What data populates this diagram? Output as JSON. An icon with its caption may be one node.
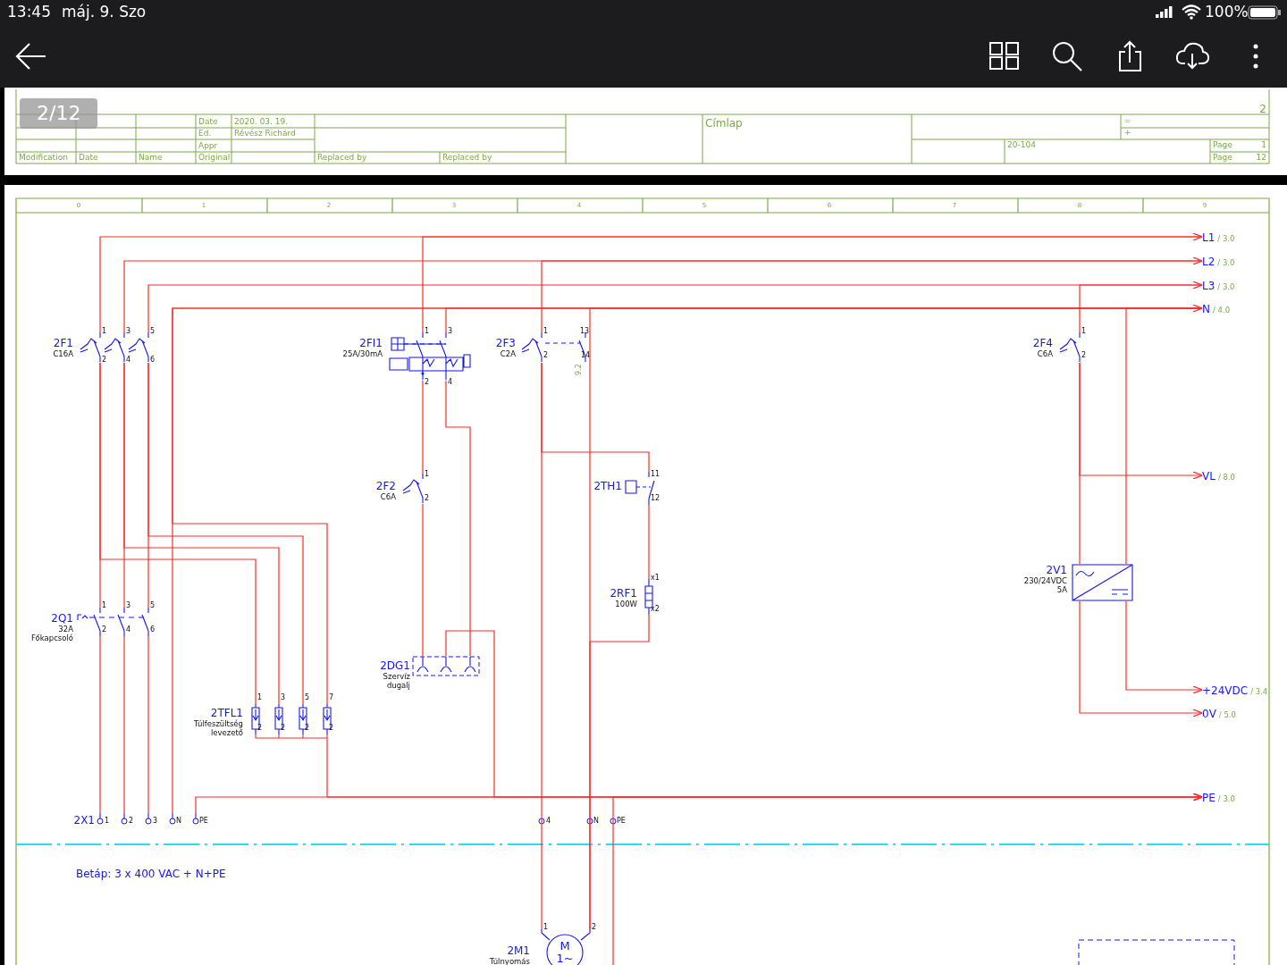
{
  "diagram": {
    "nodes": [
      {
        "text": [
          "2F1",
          "C16A"
        ]
      },
      {
        "text": [
          "2FI1",
          "25A/30mA"
        ]
      },
      {
        "text": [
          "2F3",
          "C2A"
        ]
      },
      {
        "text": [
          "2F4",
          "C6A"
        ]
      },
      {
        "text": [
          "2F2",
          "C6A"
        ]
      },
      {
        "text": [
          "2TH1"
        ]
      },
      {
        "text": [
          "2RF1",
          "100W"
        ]
      },
      {
        "text": [
          "2V1",
          "230/24VDC 5A"
        ]
      },
      {
        "text": [
          "2Q1",
          "32A Főkapcsoló"
        ]
      },
      {
        "text": [
          "2DG1",
          "Szervíz dugalj"
        ]
      },
      {
        "text": [
          "2TFL1",
          "Túlfeszültség levezető"
        ]
      },
      {
        "text": [
          "2X1"
        ]
      },
      {
        "text": [
          "2M1",
          "Túlnyomás"
        ]
      },
      {
        "text": [
          "L1"
        ],
        "beside": [
          "/ 3.0"
        ]
      },
      {
        "text": [
          "L2"
        ],
        "beside": [
          "/ 3.0"
        ]
      },
      {
        "text": [
          "L3"
        ],
        "beside": [
          "/ 3.0"
        ]
      },
      {
        "text": [
          "N"
        ],
        "beside": [
          "/ 4.0"
        ]
      },
      {
        "text": [
          "VL"
        ],
        "beside": [
          "/ 8.0"
        ]
      },
      {
        "text": [
          "+24VDC"
        ],
        "beside": [
          "/ 3.4"
        ]
      },
      {
        "text": [
          "0V"
        ],
        "beside": [
          "/ 5.0"
        ]
      },
      {
        "text": [
          "PE"
        ],
        "beside": [
          "/ 3.0"
        ]
      }
    ],
    "edges": [
      {
        "from": 0,
        "to": 13,
        "arrow": "to"
      },
      {
        "from": 0,
        "to": 14,
        "arrow": "to"
      },
      {
        "from": 0,
        "to": 15,
        "arrow": "to"
      },
      {
        "from": 11,
        "to": 16,
        "arrow": "to"
      },
      {
        "from": 3,
        "to": 17,
        "arrow": "to"
      },
      {
        "from": 7,
        "to": 18,
        "arrow": "to"
      },
      {
        "from": 7,
        "to": 19,
        "arrow": "to"
      },
      {
        "from": 11,
        "to": 20,
        "arrow": "to"
      },
      {
        "from": 0,
        "to": 8,
        "arrow": "none"
      },
      {
        "from": 0,
        "to": 8,
        "arrow": "none"
      },
      {
        "from": 0,
        "to": 8,
        "arrow": "none"
      },
      {
        "from": 8,
        "to": 11,
        "arrow": "none"
      },
      {
        "from": 8,
        "to": 11,
        "arrow": "none"
      },
      {
        "from": 8,
        "to": 11,
        "arrow": "none"
      },
      {
        "from": 1,
        "to": 4,
        "arrow": "none"
      },
      {
        "from": 4,
        "to": 9,
        "arrow": "none"
      },
      {
        "from": 1,
        "to": 9,
        "arrow": "none"
      },
      {
        "from": 2,
        "to": 12,
        "arrow": "none"
      },
      {
        "from": 5,
        "to": 6,
        "arrow": "none"
      },
      {
        "from": 3,
        "to": 7,
        "arrow": "none"
      },
      {
        "from": 13,
        "to": 1,
        "arrow": "none"
      },
      {
        "from": 16,
        "to": 1,
        "arrow": "none"
      },
      {
        "from": 14,
        "to": 2,
        "arrow": "none"
      },
      {
        "from": 2,
        "to": 5,
        "arrow": "none"
      },
      {
        "from": 6,
        "to": 12,
        "arrow": "none"
      },
      {
        "from": 16,
        "to": 12,
        "arrow": "none"
      },
      {
        "from": 0,
        "to": 10,
        "arrow": "none"
      },
      {
        "from": 0,
        "to": 10,
        "arrow": "none"
      },
      {
        "from": 0,
        "to": 10,
        "arrow": "none"
      },
      {
        "from": 16,
        "to": 10,
        "arrow": "none"
      },
      {
        "from": 10,
        "to": 20,
        "arrow": "to"
      },
      {
        "from": 9,
        "to": 20,
        "arrow": "to"
      },
      {
        "from": 20,
        "to": null,
        "arrow": "none"
      },
      {
        "from": 15,
        "to": 3,
        "arrow": "none"
      },
      {
        "from": 16,
        "to": 7,
        "arrow": "none"
      }
    ],
    "labels": [
      "13:45",
      "máj. 9. Szo",
      "100%",
      "2/12",
      "2",
      "Date",
      "2020. 03. 19.",
      "Ed.",
      "Révész Richárd",
      "Appr",
      "Modification",
      "Date",
      "Name",
      "Original",
      "Replaced by",
      "Replaced by",
      "Címlap",
      "=",
      "+",
      "20-104",
      "Page",
      "1",
      "Page",
      "12",
      "0",
      "1",
      "2",
      "3",
      "4",
      "5",
      "6",
      "7",
      "8",
      "9",
      "1",
      "3",
      "5",
      "2",
      "4",
      "6",
      "1",
      "3",
      "2",
      "4",
      "1",
      "13",
      "2",
      "14",
      "9.2",
      "1",
      "2",
      "1",
      "2",
      "11",
      "12",
      "x1",
      "x2",
      "1",
      "3",
      "5",
      "2",
      "4",
      "6",
      "1",
      "3",
      "5",
      "7",
      "2",
      "2",
      "2",
      "2",
      "1",
      "2",
      "3",
      "N",
      "PE",
      "4",
      "N",
      "PE",
      "1",
      "2",
      "M",
      "1~",
      "Betáp: 3 x 400 VAC + N+PE"
    ]
  }
}
